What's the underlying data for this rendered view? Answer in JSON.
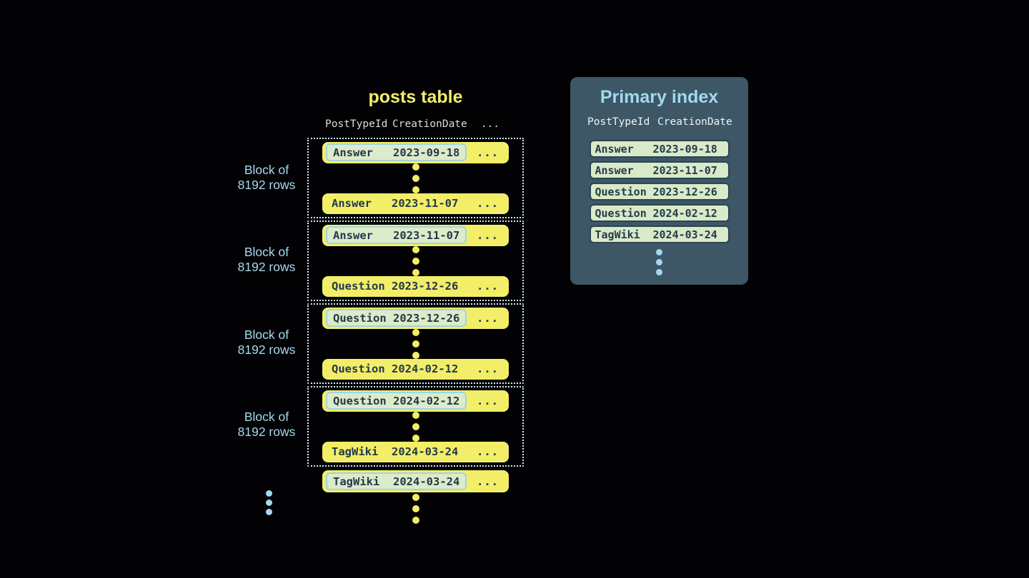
{
  "table": {
    "title": "posts table",
    "columns": {
      "col1": "PostTypeId",
      "col2": "CreationDate",
      "more": "..."
    },
    "block_label_line1": "Block of",
    "block_label_line2": "8192 rows",
    "row_more": "...",
    "blocks": [
      {
        "first": {
          "type": "Answer",
          "date": "2023-09-18"
        },
        "last": {
          "type": "Answer",
          "date": "2023-11-07"
        }
      },
      {
        "first": {
          "type": "Answer",
          "date": "2023-11-07"
        },
        "last": {
          "type": "Question",
          "date": "2023-12-26"
        }
      },
      {
        "first": {
          "type": "Question",
          "date": "2023-12-26"
        },
        "last": {
          "type": "Question",
          "date": "2024-02-12"
        }
      },
      {
        "first": {
          "type": "Question",
          "date": "2024-02-12"
        },
        "last": {
          "type": "TagWiki",
          "date": "2024-03-24"
        }
      }
    ],
    "trailing_row": {
      "type": "TagWiki",
      "date": "2024-03-24"
    }
  },
  "index": {
    "title": "Primary index",
    "columns": {
      "col1": "PostTypeId",
      "col2": "CreationDate"
    },
    "rows": [
      {
        "type": "Answer",
        "date": "2023-09-18"
      },
      {
        "type": "Answer",
        "date": "2023-11-07"
      },
      {
        "type": "Question",
        "date": "2023-12-26"
      },
      {
        "type": "Question",
        "date": "2024-02-12"
      },
      {
        "type": "TagWiki",
        "date": "2024-03-24"
      }
    ]
  },
  "colors": {
    "background": "#020204",
    "row_yellow": "#f2ee68",
    "highlight_green": "#dcecca",
    "highlight_border_blue": "#9fd4e4",
    "dark_text": "#24384a",
    "block_dotted_border": "#d3ecf6",
    "label_blue": "#a5d8ef",
    "panel_background": "#3d5766",
    "panel_title_blue": "#a3d9ee",
    "index_pill_green": "#d9eac8",
    "index_pill_border": "#2d4454",
    "header_gray": "#dbdcdd"
  }
}
